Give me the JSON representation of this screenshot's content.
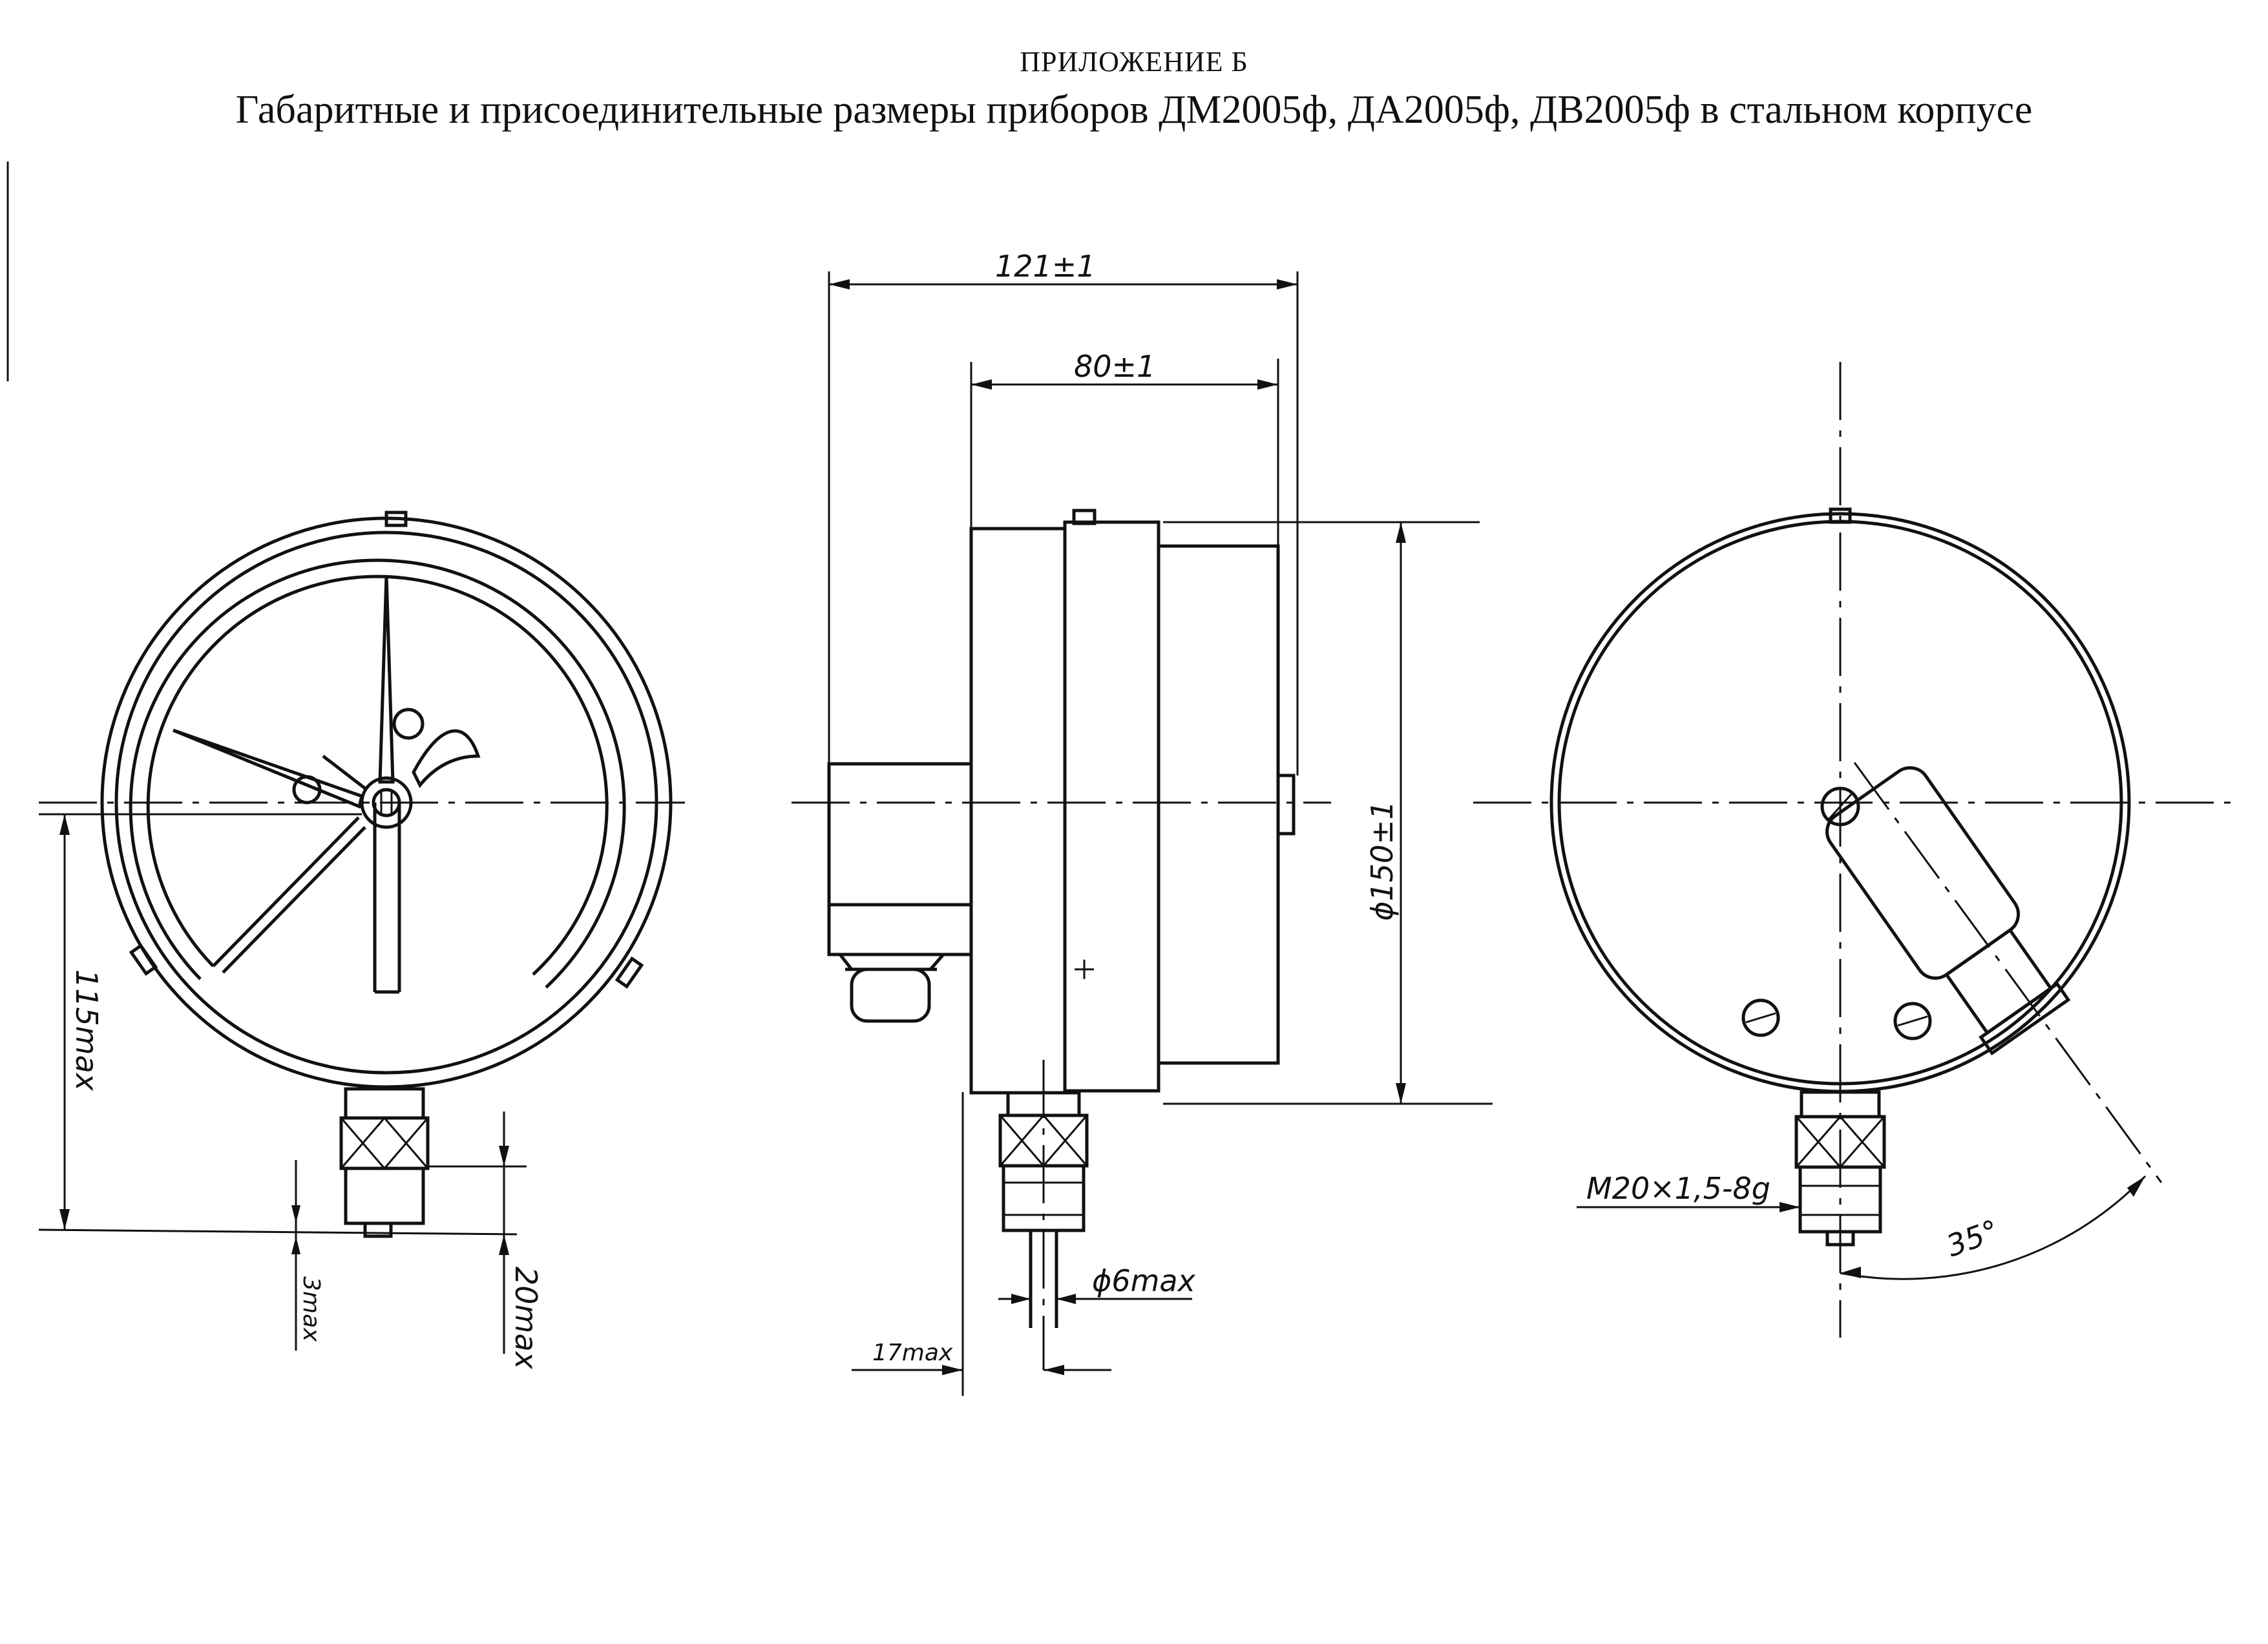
{
  "header": {
    "appendix": "ПРИЛОЖЕНИЕ Б",
    "title": "Габаритные и присоединительные размеры приборов ДМ2005ф, ДА2005ф, ДВ2005ф в стальном корпусе"
  },
  "dimensions": {
    "overall_depth": "121±1",
    "case_depth": "80±1",
    "diameter": "ϕ150±1",
    "height_to_fitting": "115max",
    "fitting_gap": "3max",
    "thread_length": "20max",
    "capillary_diameter": "ϕ6max",
    "fitting_offset": "17max",
    "thread": "M20×1,5-8g",
    "angle": "35°"
  }
}
